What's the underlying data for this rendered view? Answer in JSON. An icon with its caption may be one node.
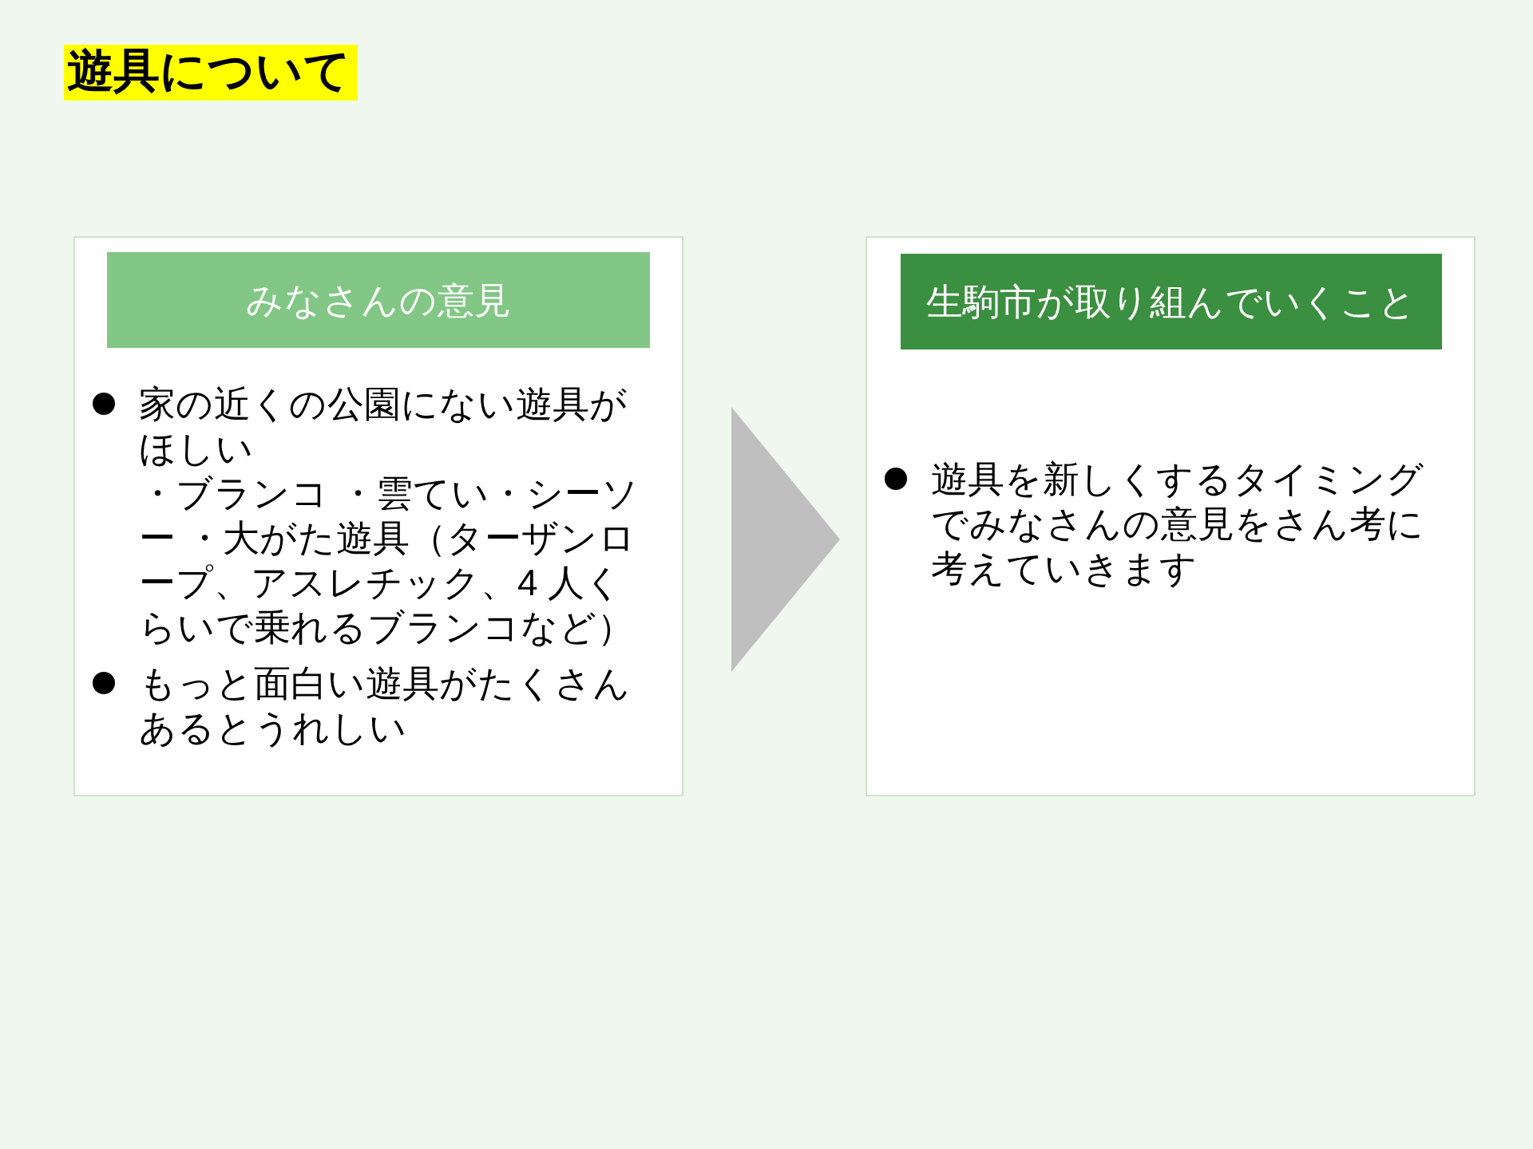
{
  "diagram": {
    "title": "遊具について",
    "nodes": [
      {
        "text": [
          "家の近くの公園にない遊具がほしい",
          "・ブランコ ・雲てい・シーソー ・大がた遊具（ターザンロープ、アスレチック、4 人くらいで乗れるブランコなど）",
          "もっと面白い遊具がたくさんあるとうれしい"
        ]
      },
      {
        "text": [
          "みなさんの意見"
        ],
        "in": 0
      },
      {
        "text": [
          "遊具を新しくするタイミングでみなさんの意見をさん考に考えていきます"
        ]
      },
      {
        "text": [
          "生駒市が取り組んでいくこと"
        ],
        "in": 2
      }
    ],
    "edges": [
      {
        "from": 0,
        "to": 2,
        "arrow": "to"
      }
    ]
  }
}
